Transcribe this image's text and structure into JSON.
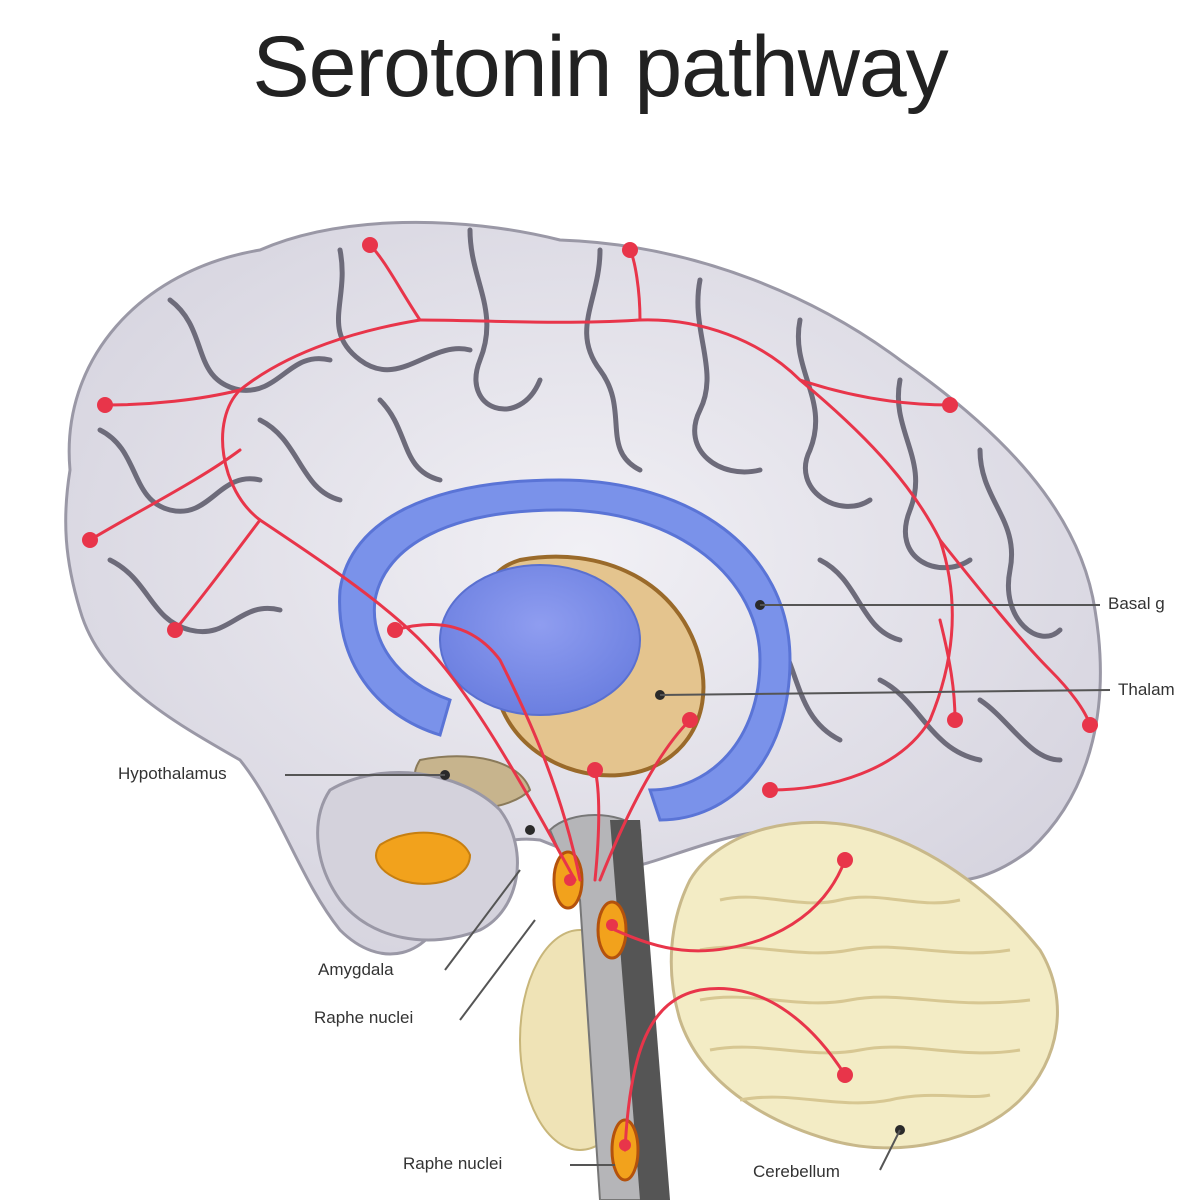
{
  "title": "Serotonin pathway",
  "labels": {
    "basal_ganglia": "Basal g",
    "thalamus": "Thalam",
    "hypothalamus": "Hypothalamus",
    "amygdala": "Amygdala",
    "raphe_nuclei_upper": "Raphe nuclei",
    "raphe_nuclei_lower": "Raphe nuclei",
    "cerebellum": "Cerebellum"
  },
  "colors": {
    "pathway": "#e8354a",
    "cortex": "#dedde6",
    "sulcus": "#6d6b7a",
    "corpus_callosum": "#6a86e6",
    "thalamus": "#e4c48e",
    "cerebellum": "#f3ecc5",
    "amygdala": "#f2a21c",
    "brainstem": "#555555"
  }
}
